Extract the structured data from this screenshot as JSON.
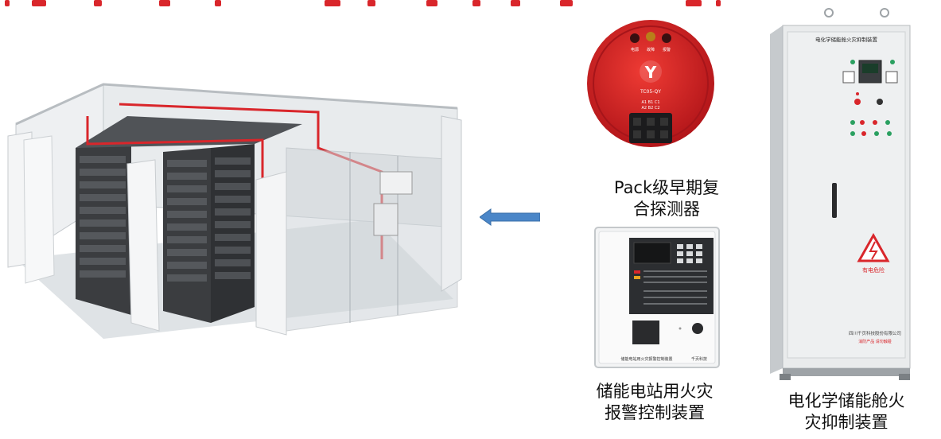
{
  "captions": {
    "detector": [
      "Pack级早期复",
      "合探测器"
    ],
    "alarm": [
      "储能电站用火灾",
      "报警控制装置"
    ],
    "suppression": [
      "电化学储能舱火",
      "灾抑制装置"
    ]
  },
  "detector_device": {
    "brand_mark": "Y",
    "model": "TC05-QY",
    "indicators": [
      "电源",
      "故障",
      "报警"
    ],
    "pin_labels": [
      "A1 B1 C1",
      "A2 B2 C2"
    ]
  },
  "alarm_panel": {
    "footer_label": "储能电站用火灾报警控制装置",
    "brand": "千页科技"
  },
  "cabinet": {
    "header_label": "电化学储能舱火灾抑制装置",
    "warning_label": "有电危险",
    "company": "四川千页科技股份有限公司",
    "slogan": "消防产品  请勿触碰"
  },
  "colors": {
    "accent_red": "#d9262b",
    "arrow_blue": "#4a86c8"
  }
}
